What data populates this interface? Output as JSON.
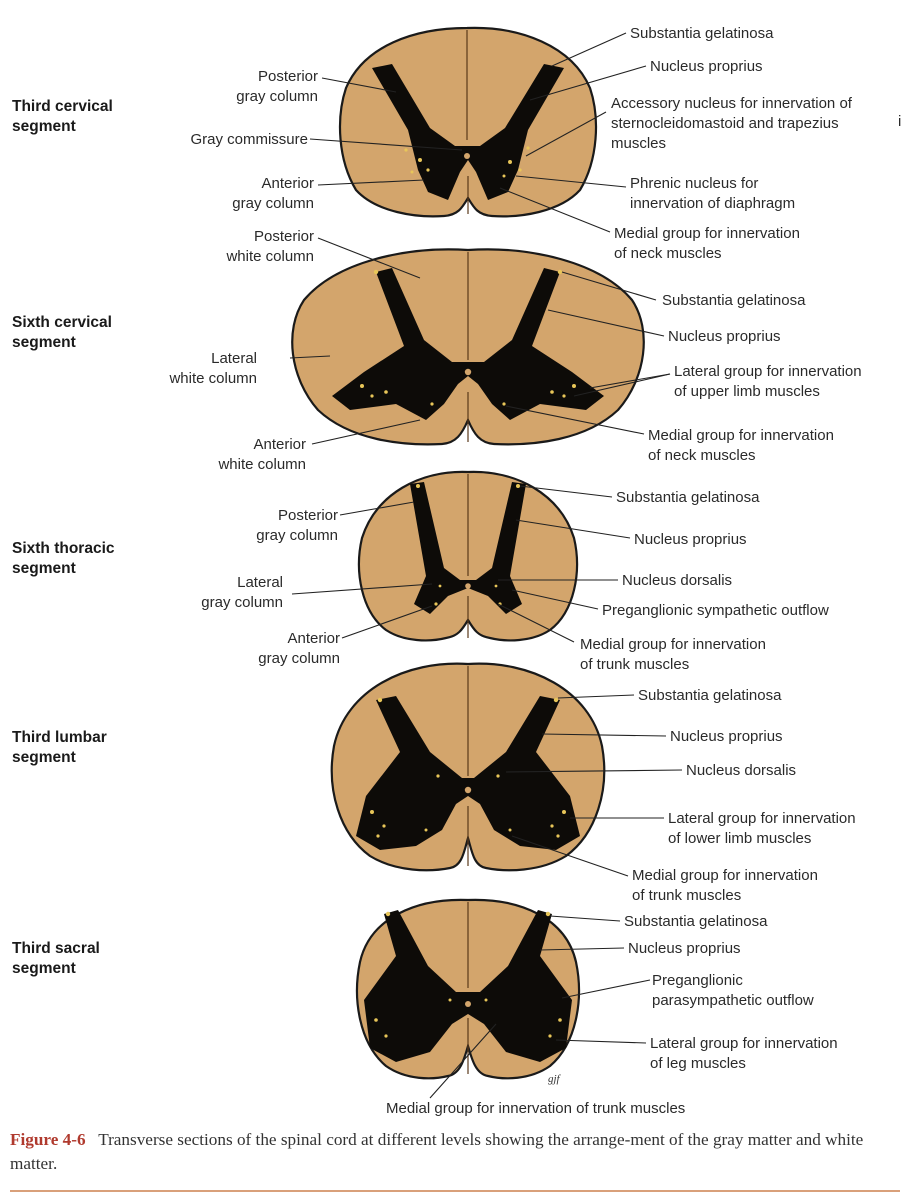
{
  "segments": [
    {
      "name_lines": [
        "Third cervical",
        "segment"
      ]
    },
    {
      "name_lines": [
        "Sixth cervical",
        "segment"
      ]
    },
    {
      "name_lines": [
        "Sixth thoracic",
        "segment"
      ]
    },
    {
      "name_lines": [
        "Third lumbar",
        "segment"
      ]
    },
    {
      "name_lines": [
        "Third sacral",
        "segment"
      ]
    }
  ],
  "labels_left": {
    "c3_posterior_gray": [
      "Posterior",
      "gray column"
    ],
    "c3_gray_commissure": [
      "Gray commissure"
    ],
    "c3_anterior_gray": [
      "Anterior",
      "gray column"
    ],
    "c6_posterior_white": [
      "Posterior",
      "white column"
    ],
    "c6_lateral_white": [
      "Lateral",
      "white column"
    ],
    "c6_anterior_white": [
      "Anterior",
      "white column"
    ],
    "t6_posterior_gray": [
      "Posterior",
      "gray column"
    ],
    "t6_lateral_gray": [
      "Lateral",
      "gray column"
    ],
    "t6_anterior_gray": [
      "Anterior",
      "gray column"
    ]
  },
  "labels_right": {
    "c3_substantia": [
      "Substantia gelatinosa"
    ],
    "c3_proprius": [
      "Nucleus proprius"
    ],
    "c3_accessory": [
      "Accessory nucleus for innervation of",
      "sternocleidomastoid and trapezius",
      "muscles"
    ],
    "c3_phrenic": [
      "Phrenic nucleus for",
      "innervation of diaphragm"
    ],
    "c3_medial": [
      "Medial group for innervation",
      "of neck muscles"
    ],
    "c6_substantia": [
      "Substantia gelatinosa"
    ],
    "c6_proprius": [
      "Nucleus proprius"
    ],
    "c6_lateral": [
      "Lateral group for innervation",
      "of upper limb muscles"
    ],
    "c6_medial": [
      "Medial group for innervation",
      "of neck muscles"
    ],
    "t6_substantia": [
      "Substantia gelatinosa"
    ],
    "t6_proprius": [
      "Nucleus proprius"
    ],
    "t6_dorsalis": [
      "Nucleus dorsalis"
    ],
    "t6_pregang": [
      "Preganglionic sympathetic outflow"
    ],
    "t6_medial": [
      "Medial group for innervation",
      "of trunk muscles"
    ],
    "l3_substantia": [
      "Substantia gelatinosa"
    ],
    "l3_proprius": [
      "Nucleus proprius"
    ],
    "l3_dorsalis": [
      "Nucleus dorsalis"
    ],
    "l3_lateral": [
      "Lateral group for innervation",
      "of lower limb muscles"
    ],
    "l3_medial": [
      "Medial group for innervation",
      "of trunk muscles"
    ],
    "s3_substantia": [
      "Substantia gelatinosa"
    ],
    "s3_proprius": [
      "Nucleus proprius"
    ],
    "s3_pregang": [
      "Preganglionic",
      "parasympathetic outflow"
    ],
    "s3_lateral": [
      "Lateral group for innervation",
      "of leg muscles"
    ]
  },
  "label_bottom": {
    "s3_medial": [
      "Medial group for innervation of trunk muscles"
    ]
  },
  "stray_mark": "i",
  "signature": "gjf",
  "caption": {
    "figure_label": "Figure 4-6",
    "text": "Transverse sections of the spinal cord at different levels showing the arrange-ment of the gray matter and white matter."
  },
  "colors": {
    "white_matter": "#d3a56c",
    "gray_matter": "#0d0b08",
    "caption_label": "#b03a2e",
    "rule": "#d9a07a"
  }
}
